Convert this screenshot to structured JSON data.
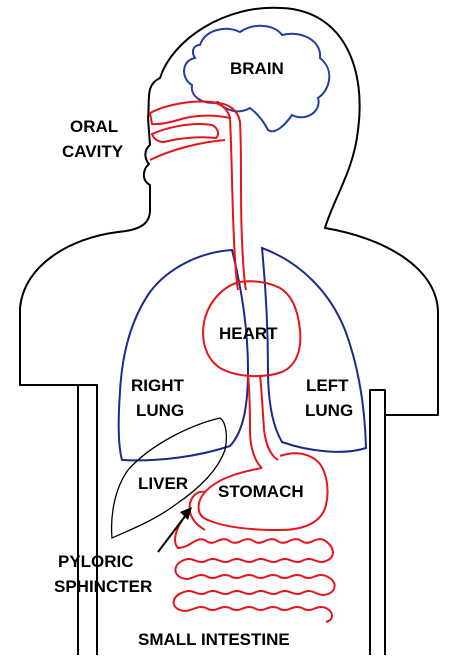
{
  "labels": {
    "brain": "BRAIN",
    "oral_cavity_1": "ORAL",
    "oral_cavity_2": "CAVITY",
    "heart": "HEART",
    "right_lung_1": "RIGHT",
    "right_lung_2": "LUNG",
    "left_lung_1": "LEFT",
    "left_lung_2": "LUNG",
    "liver": "LIVER",
    "stomach": "STOMACH",
    "pyloric_1": "PYLORIC",
    "pyloric_2": "SPHINCTER",
    "small_intestine": "SMALL INTESTINE"
  },
  "colors": {
    "outline": "#000000",
    "digestive_and_heart": "#e8141b",
    "lungs": "#1c2a8c",
    "brain": "#1f3fa6",
    "liver": "#000000"
  }
}
